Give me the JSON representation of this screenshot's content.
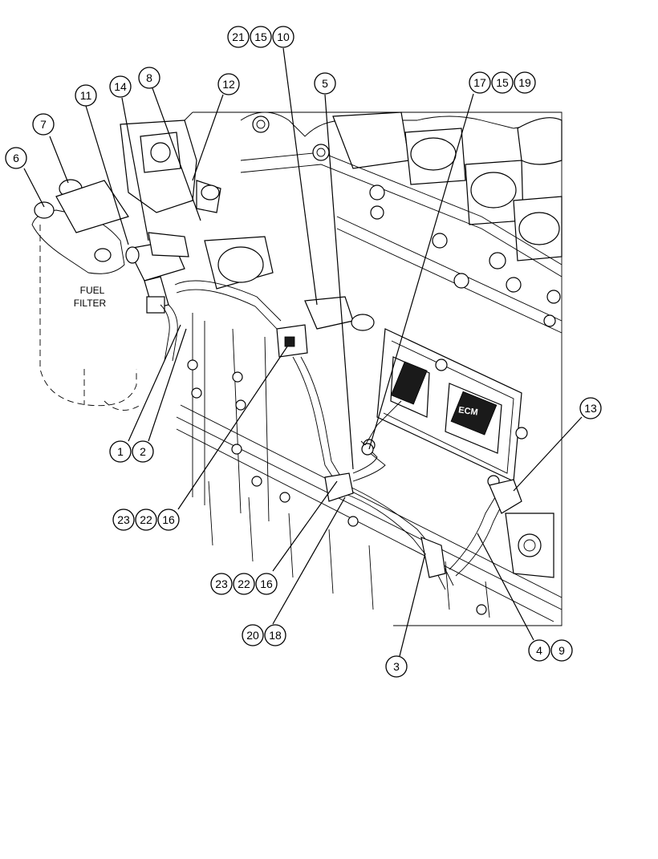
{
  "labels": {
    "fuel_filter_line1": "FUEL",
    "fuel_filter_line2": "FILTER",
    "ecm": "ECM"
  },
  "callouts": {
    "c1": "1",
    "c2": "2",
    "c3": "3",
    "c4": "4",
    "c5": "5",
    "c6": "6",
    "c7": "7",
    "c8": "8",
    "c9": "9",
    "c10": "10",
    "c11": "11",
    "c12": "12",
    "c13": "13",
    "c14": "14",
    "c15": "15",
    "c16": "16",
    "c17": "17",
    "c18": "18",
    "c19": "19",
    "c20": "20",
    "c21": "21",
    "c22": "22",
    "c23": "23"
  }
}
